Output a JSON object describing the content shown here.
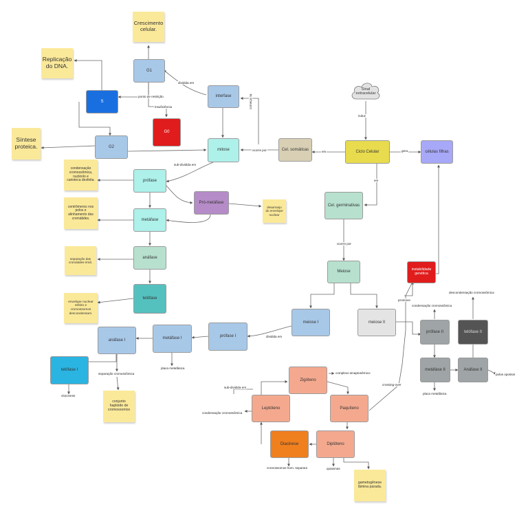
{
  "colors": {
    "blue_light": "#a8c8e8",
    "cyan_light": "#aef0ea",
    "red": "#e01c1c",
    "blue_dark": "#1a6fe0",
    "khaki": "#d8cfb4",
    "yellow": "#e8dc4e",
    "lavender": "#a8a8f8",
    "green_pale": "#b7e0cf",
    "purple": "#b58cc7",
    "teal": "#55c1bf",
    "sky": "#2ab4e2",
    "salmon": "#f4a98f",
    "orange": "#f07f1e",
    "grey_light": "#e4e4e4",
    "grey": "#9fa4a6",
    "grey_dark": "#545454",
    "note": "#fbe99a"
  },
  "nodes": {
    "g1": "G1",
    "s": "S",
    "g0": "G0",
    "g2": "G2",
    "interfase": "interfase",
    "mitose": "mitose",
    "cel_somaticas": "Cel. somáticas",
    "sinal": "Sinal extracelular",
    "ciclo_celular": "Ciclo Celular",
    "celulas_filhas": "células filhas",
    "cel_germinativas": "Cel. germinativas",
    "profase": "prófase",
    "pro_metafase": "Pró-metáfase",
    "metafase": "metáfase",
    "anafase": "anáfase",
    "telofase": "telófase",
    "meiose": "Meiose",
    "meiose_i": "meiose I",
    "meiose_ii": "meiose II",
    "instabilidade": "instabilidade genética",
    "profase_i": "prófase I",
    "metafase_i": "metáfase I",
    "anafase_i": "anáfase I",
    "telofase_i": "telófase I",
    "profase_ii": "prófase II",
    "metafase_ii": "metáfase II",
    "anafase_ii": "Anáfase II",
    "telofase_ii": "telófase II",
    "zigoteno": "Zigóteno",
    "leptoteno": "Leptóteno",
    "paquiteno": "Paquíteno",
    "diacinese": "Diacinese",
    "diploteno": "Diplóteno"
  },
  "notes": {
    "crescimento": "Crescimento celular.",
    "replicacao": "Replicação do DNA.",
    "sintese": "Síntese proteica.",
    "condensacao": "condensação cromossômica, nucléolo e carioteca desfeita.",
    "centromeros": "centrômeros nos polos e alinhamento das cromátides.",
    "separacao": "separação das cromátides-irmã.",
    "envelope": "envelope nuclear refeito e cromossomos descondensam.",
    "desarranjo": "desarranjo do envelope nuclear",
    "conjunto": "conjunto haploide de cromossomos",
    "gametogenese": "gametogênese lâmina parada."
  },
  "labels": {
    "dividida_em": "dividida em",
    "ponto_restricao": "ponto de restrição",
    "insuficiencia": "insuficiência",
    "comeca_na": "começa na",
    "ocorre_por_mitose": "ocorre por",
    "em": "em",
    "gera": "gera",
    "induz": "induz",
    "em2": "em",
    "sub_dividida_em": "sub-dividida em",
    "ocorre_por_meiose": "ocorre por",
    "dividida_em2": "dividida em",
    "placa_metafasica_i": "placa metafásica",
    "separacao_cromossomica": "separação cromossômica",
    "citocinese": "citocinese",
    "promove": "promove",
    "condensacao_cromossomica_ii": "condensação cromossômica",
    "descondensacao": "descondensação cromossômica",
    "placa_metafasica_ii": "placa metafásica",
    "polos_opostos": "polos opostos",
    "crossing_over": "crossing-over",
    "complexo": "complexo sinaptonêmico",
    "sub_dividida_em2": "sub-dividida em",
    "condensacao_cromossomica": "condensação cromossômica",
    "cromossomos_hom": "cromossomos hom. separam",
    "quiasmas": "quiasmas"
  }
}
